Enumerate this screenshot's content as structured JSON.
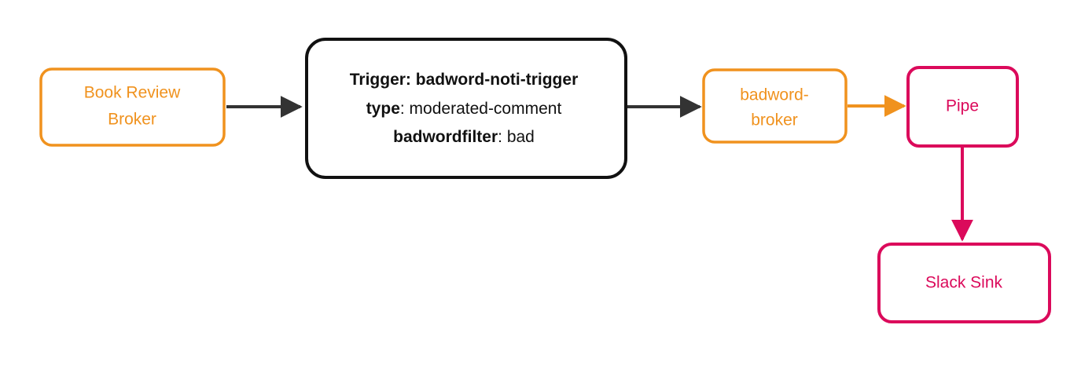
{
  "diagram": {
    "type": "flowchart",
    "direction": "left-to-right",
    "background": "#ffffff",
    "palette": {
      "orange": "#F0921E",
      "crimson": "#DB0A5B",
      "black": "#111111",
      "dark_arrow": "#333333",
      "node_fill": "#ffffff"
    },
    "nodes": [
      {
        "id": "book-review-broker",
        "kind": "broker",
        "color": "#F0921E",
        "lines": [
          "Book Review",
          "Broker"
        ],
        "text": "Book Review Broker"
      },
      {
        "id": "badword-noti-trigger",
        "kind": "trigger",
        "color": "#111111",
        "rows": [
          {
            "label": "Trigger:",
            "value": "badword-noti-trigger",
            "all_bold": true
          },
          {
            "label": "type",
            "value": "moderated-comment",
            "all_bold": false
          },
          {
            "label": "badwordfilter",
            "value": "bad",
            "all_bold": false
          }
        ]
      },
      {
        "id": "badword-broker",
        "kind": "broker",
        "color": "#F0921E",
        "lines": [
          "badword-",
          "broker"
        ],
        "text": "badword-broker"
      },
      {
        "id": "pipe",
        "kind": "pipe",
        "color": "#DB0A5B",
        "lines": [
          "Pipe"
        ],
        "text": "Pipe"
      },
      {
        "id": "slack-sink",
        "kind": "sink",
        "color": "#DB0A5B",
        "lines": [
          "Slack Sink"
        ],
        "text": "Slack Sink"
      }
    ],
    "edges": [
      {
        "id": "edge-broker-to-trigger",
        "from": "book-review-broker",
        "to": "badword-noti-trigger",
        "color": "#333333",
        "label": ""
      },
      {
        "id": "edge-trigger-to-badword-broker",
        "from": "badword-noti-trigger",
        "to": "badword-broker",
        "color": "#333333",
        "label": ""
      },
      {
        "id": "edge-badword-broker-to-pipe",
        "from": "badword-broker",
        "to": "pipe",
        "color": "#F0921E",
        "label": ""
      },
      {
        "id": "edge-pipe-to-slack-sink",
        "from": "pipe",
        "to": "slack-sink",
        "color": "#DB0A5B",
        "label": ""
      }
    ]
  }
}
